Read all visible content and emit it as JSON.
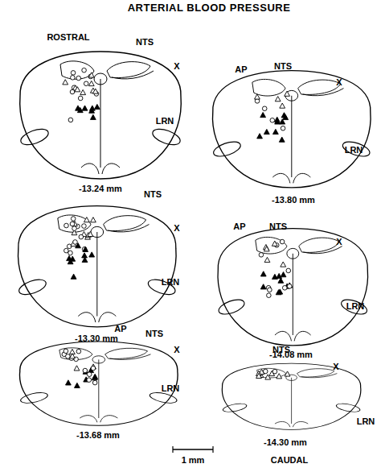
{
  "diagram": {
    "title": "ARTERIAL BLOOD PRESSURE",
    "labels": [
      "ROSTRAL",
      "NTS",
      "X",
      "LRN",
      "-13.24 mm",
      "AP",
      "NTS",
      "X",
      "LRN",
      "-13.80 mm",
      "NTS",
      "X",
      "LRN",
      "-13.30 mm",
      "AP",
      "NTS",
      "X",
      "LRN",
      "-14.08 mm",
      "AP",
      "NTS",
      "X",
      "LRN",
      "-13.68 mm",
      "NTS",
      "X",
      "LRN",
      "-14.30 mm",
      "CAUDAL",
      "1 mm"
    ]
  }
}
